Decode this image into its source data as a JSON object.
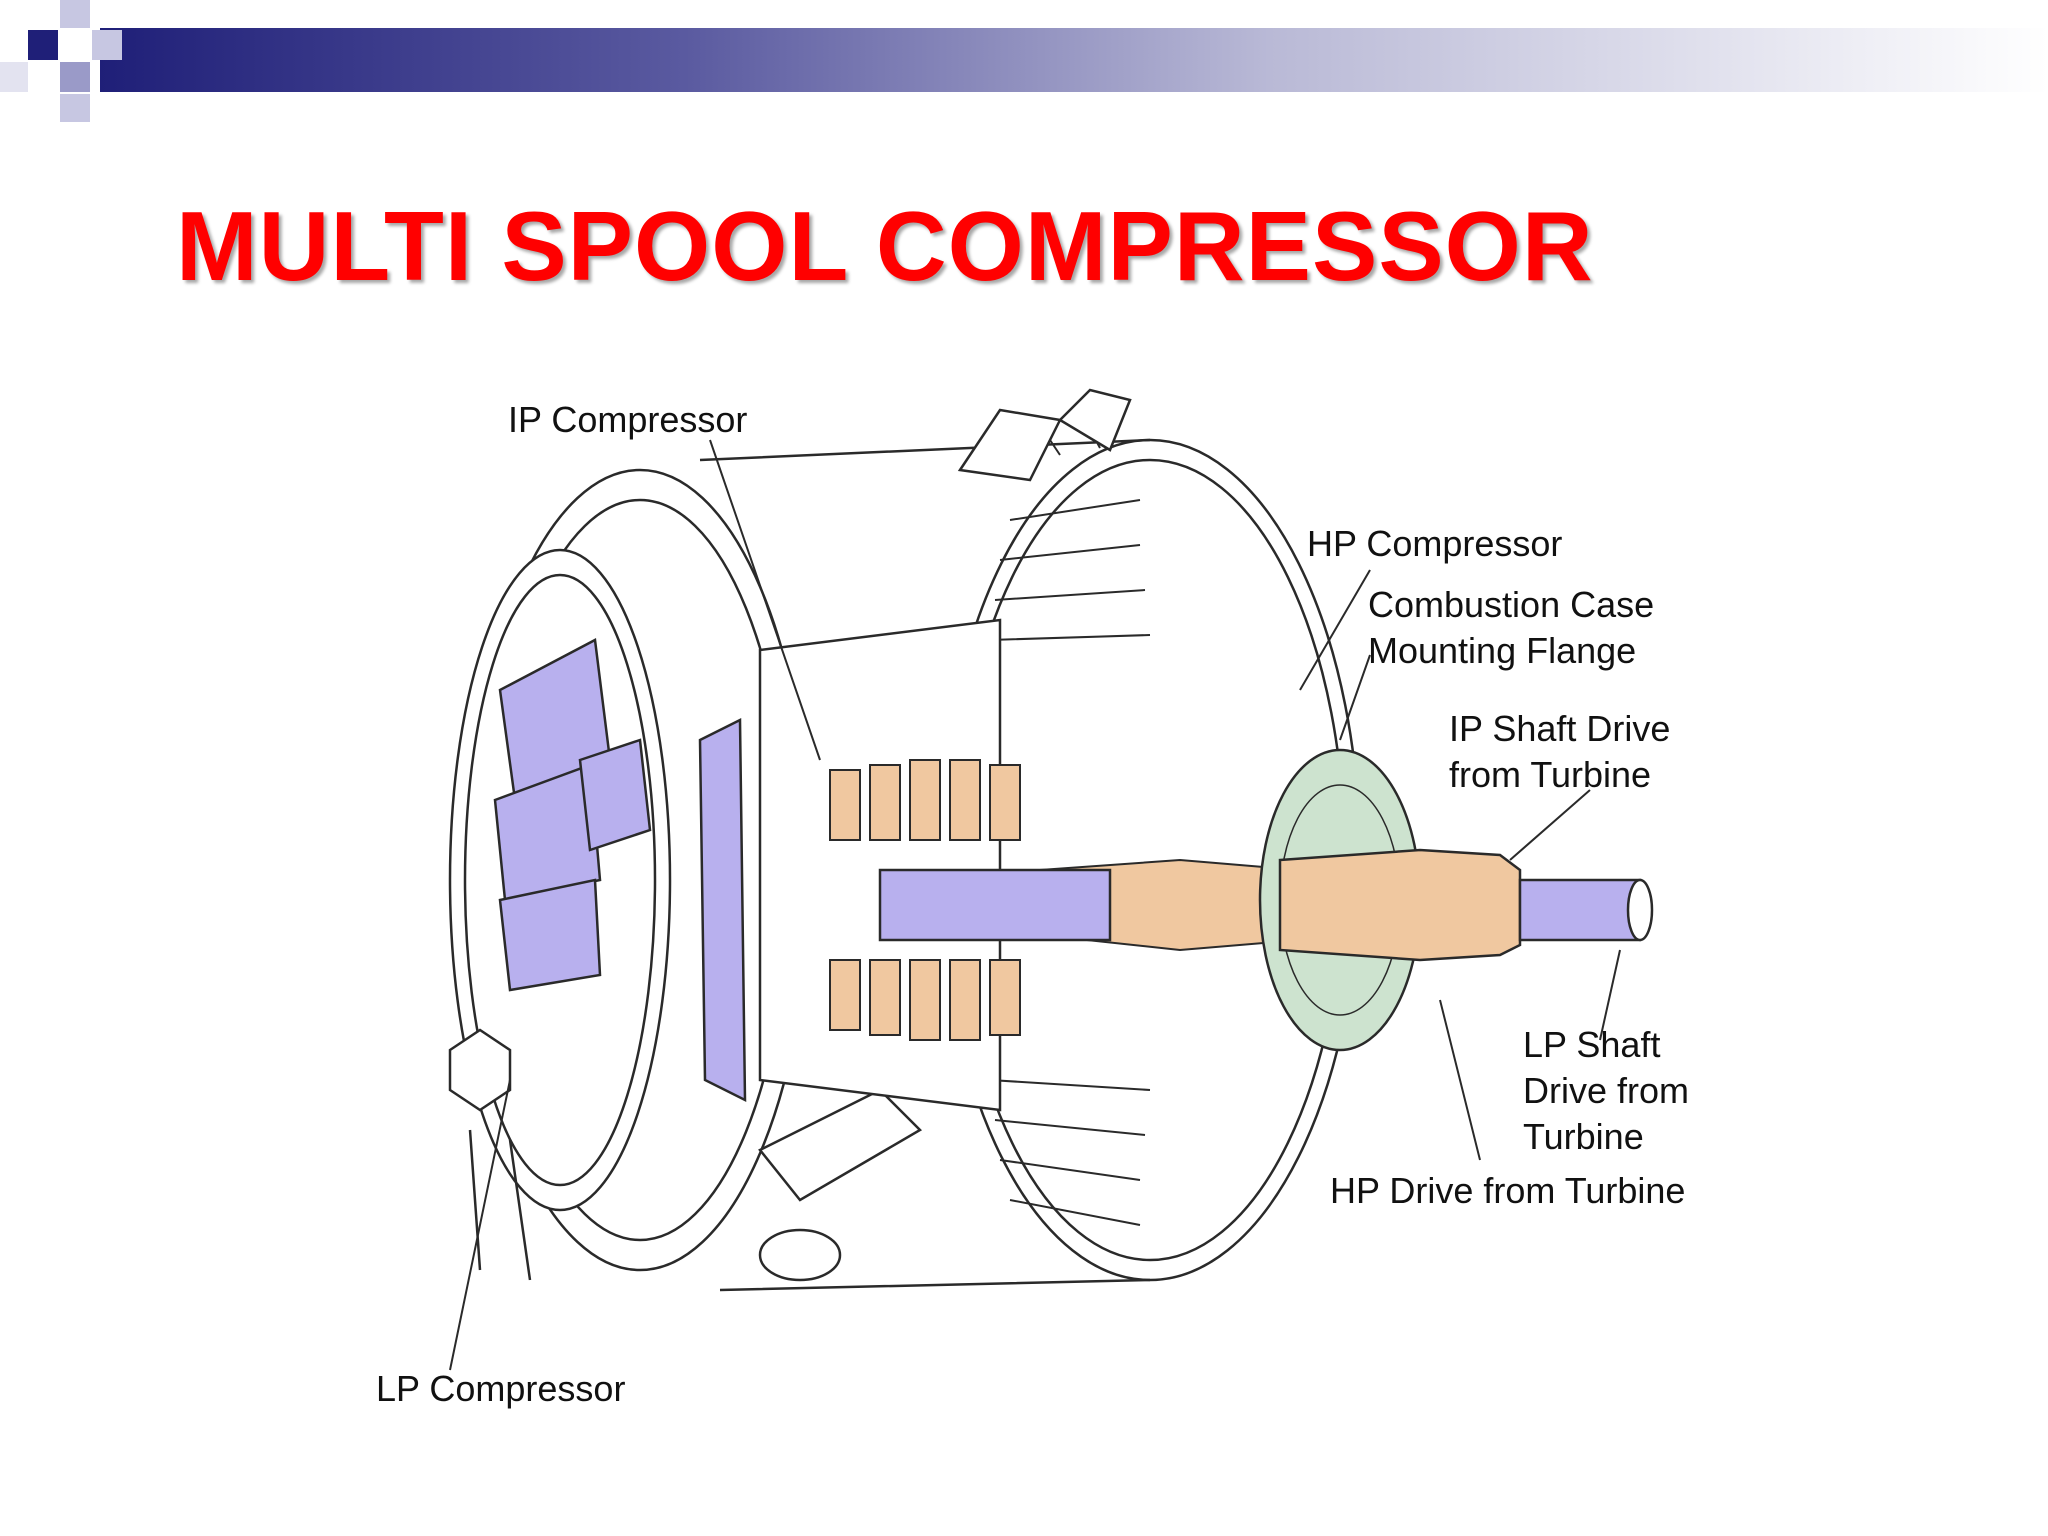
{
  "slide": {
    "title": "MULTI SPOOL COMPRESSOR",
    "colors": {
      "title": "#ff0000",
      "header_bar_dark": "#1f1f78",
      "compressor_blades": "#b8b0ee",
      "ip_stage": "#f0c8a0",
      "combustion_flange": "#cde3cf",
      "lp_shaft": "#b8b0ee"
    }
  },
  "diagram": {
    "labels": {
      "ip_compressor": "IP Compressor",
      "hp_compressor": "HP Compressor",
      "combustion_case_1": "Combustion Case",
      "combustion_case_2": "Mounting Flange",
      "ip_shaft_1": "IP Shaft Drive",
      "ip_shaft_2": "from Turbine",
      "lp_shaft_1": "LP Shaft",
      "lp_shaft_2": "Drive from",
      "lp_shaft_3": "Turbine",
      "hp_drive": "HP Drive from Turbine",
      "lp_compressor": "LP Compressor"
    }
  }
}
